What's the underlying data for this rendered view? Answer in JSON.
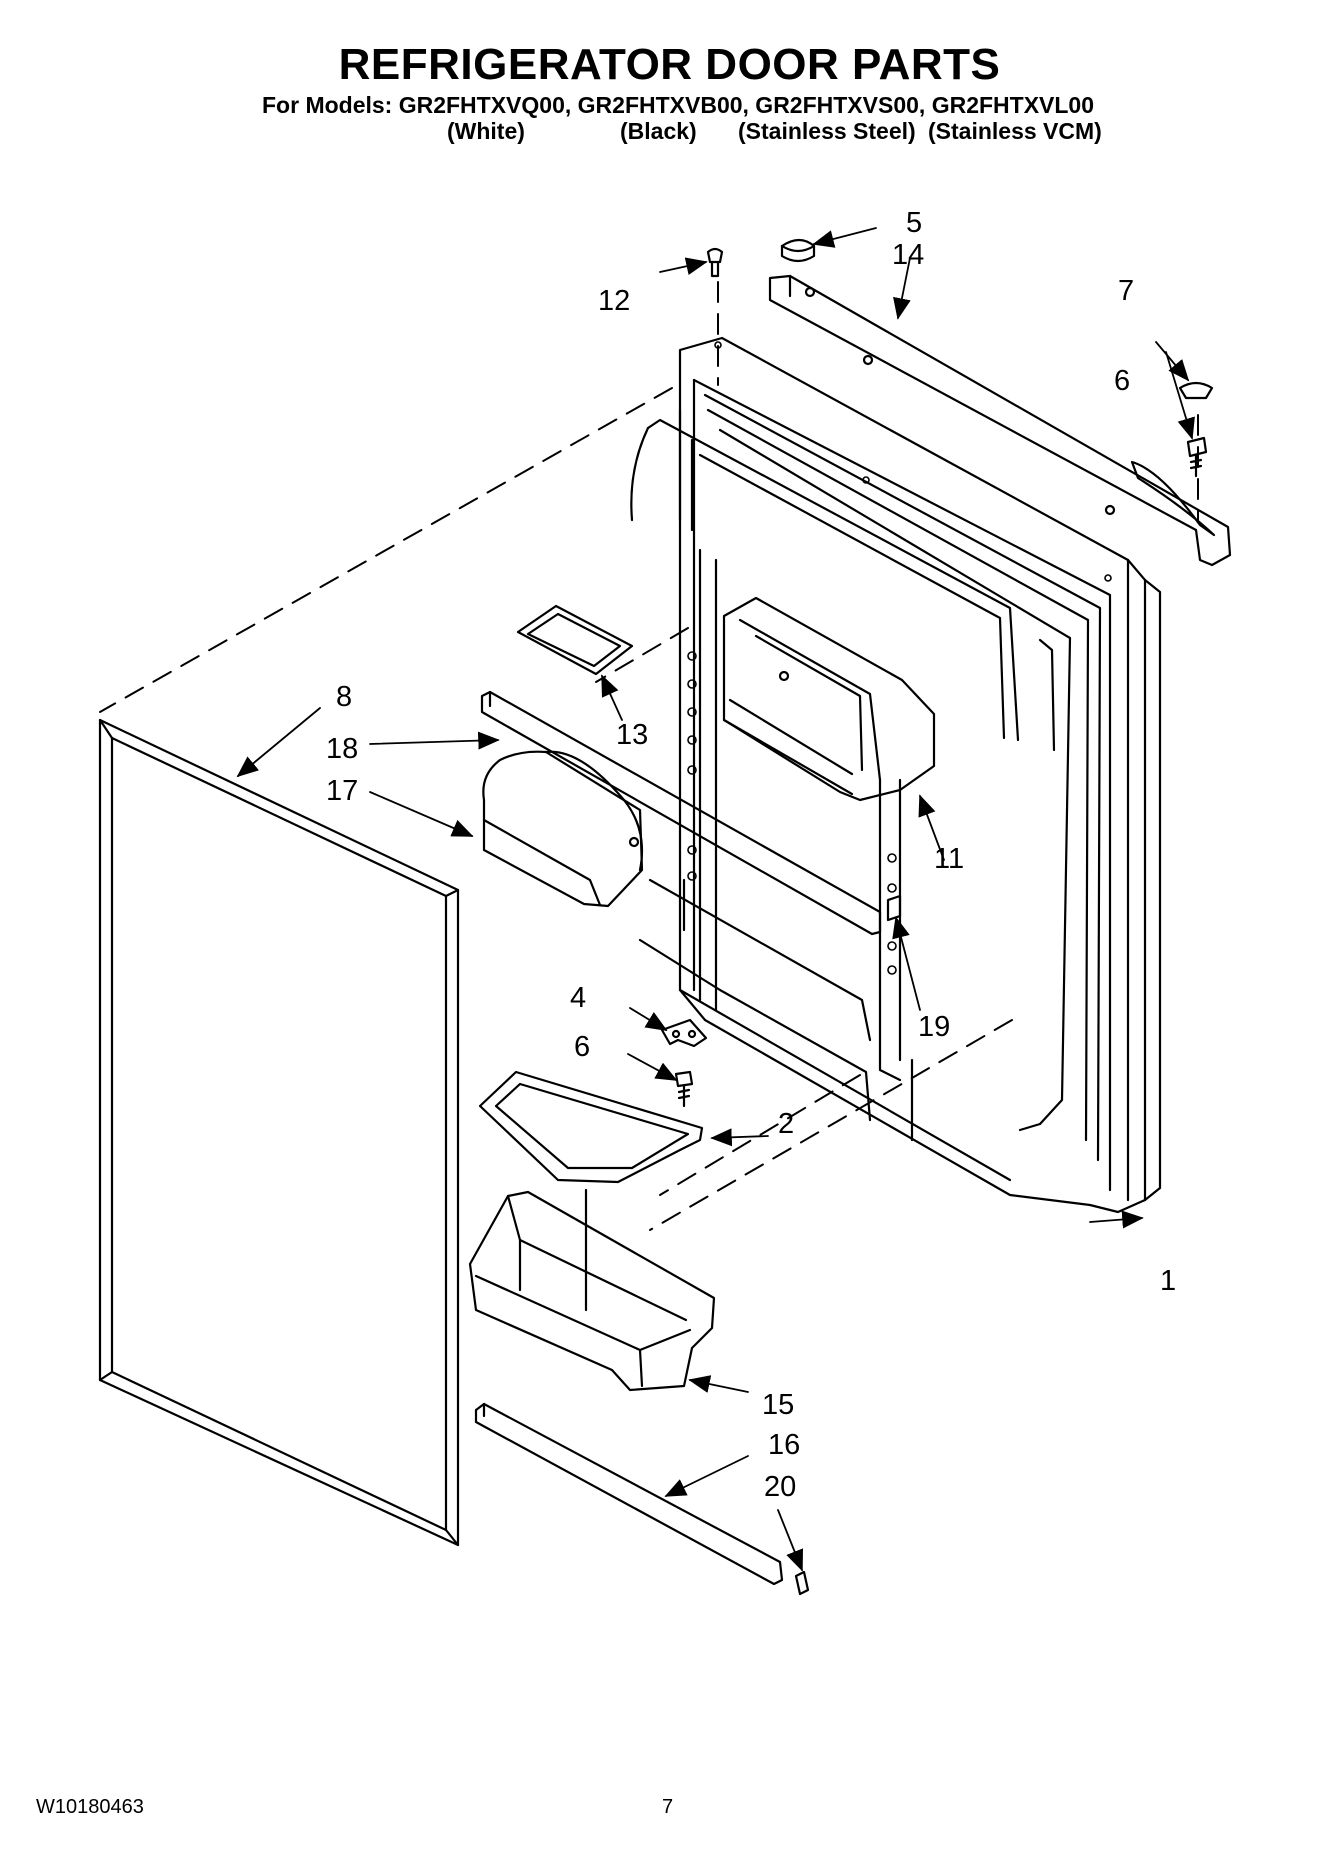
{
  "header": {
    "title": "REFRIGERATOR DOOR PARTS",
    "models_line": "For Models: GR2FHTXVQ00, GR2FHTXVB00, GR2FHTXVS00, GR2FHTXVL00",
    "variants": [
      "(White)",
      "(Black)",
      "(Stainless Steel)",
      "(Stainless VCM)"
    ]
  },
  "callouts": [
    "1",
    "2",
    "4",
    "5",
    "6",
    "6",
    "7",
    "8",
    "11",
    "12",
    "13",
    "14",
    "15",
    "16",
    "17",
    "18",
    "19",
    "20"
  ],
  "footer": {
    "doc_number": "W10180463",
    "page_number": "7"
  }
}
